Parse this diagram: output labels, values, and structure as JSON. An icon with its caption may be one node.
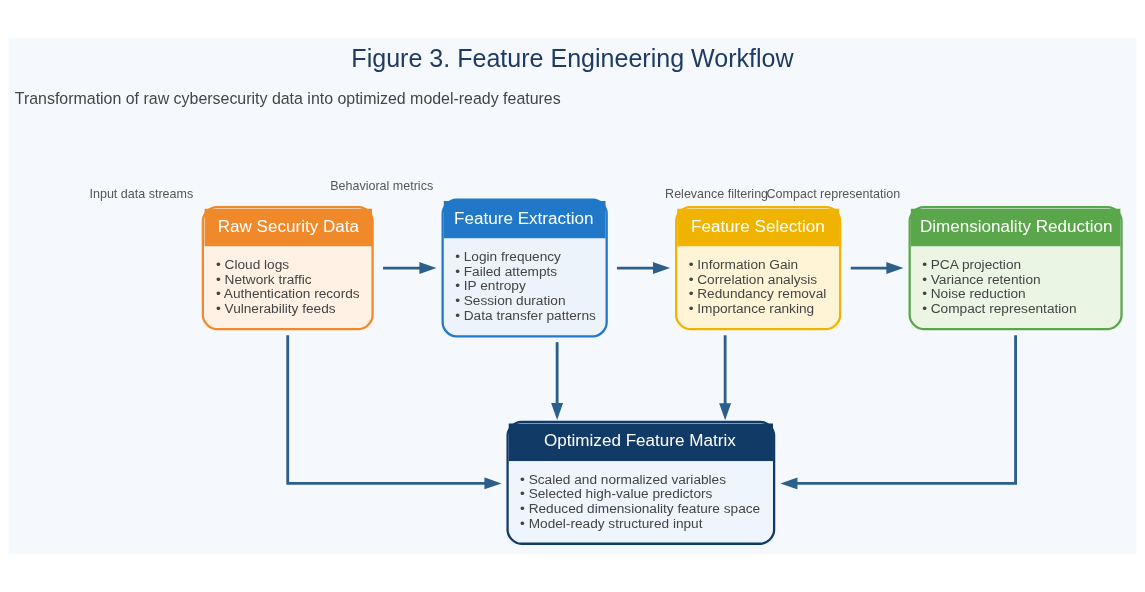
{
  "diagram": {
    "title": "Figure 3. Feature Engineering Workflow",
    "nodes": [
      {
        "text": [
          "Raw Security Data",
          "• Cloud logs",
          "• Network traffic",
          "• Authentication records",
          "• Vulnerability feeds"
        ],
        "beside": [
          "Input data streams"
        ]
      },
      {
        "text": [
          "Feature Extraction",
          "• Login frequency",
          "• Failed attempts",
          "• IP entropy",
          "• Session duration",
          "• Data transfer patterns"
        ],
        "beside": [
          "Behavioral metrics"
        ]
      },
      {
        "text": [
          "Feature Selection",
          "• Information Gain",
          "• Correlation analysis",
          "• Redundancy removal",
          "• Importance ranking"
        ],
        "beside": [
          "Relevance filtering"
        ]
      },
      {
        "text": [
          "Dimensionality Reduction",
          "• PCA projection",
          "• Variance retention",
          "• Noise reduction",
          "• Compact representation"
        ],
        "beside": [
          "Compact representation"
        ]
      },
      {
        "text": [
          "Optimized Feature Matrix",
          "• Scaled and normalized variables",
          "• Selected high-value predictors",
          "• Reduced dimensionality feature space",
          "• Model-ready structured input"
        ]
      }
    ],
    "edges": [
      {
        "from": 0,
        "to": 1,
        "arrow": "to"
      },
      {
        "from": 1,
        "to": 2,
        "arrow": "to"
      },
      {
        "from": 2,
        "to": 3,
        "arrow": "to"
      },
      {
        "from": 0,
        "to": 4,
        "arrow": "to"
      },
      {
        "from": 1,
        "to": 4,
        "arrow": "to"
      },
      {
        "from": 2,
        "to": 4,
        "arrow": "to"
      },
      {
        "from": 3,
        "to": 4,
        "arrow": "to"
      }
    ],
    "labels": [
      "Transformation of raw cybersecurity data into optimized model-ready features"
    ]
  }
}
